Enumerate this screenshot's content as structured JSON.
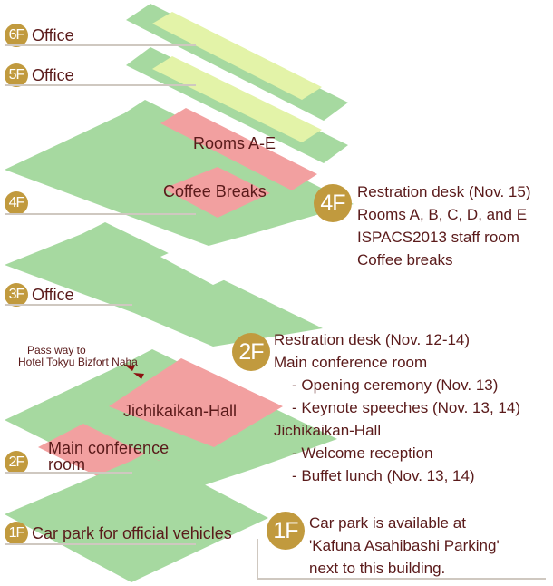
{
  "colors": {
    "floor": "#a6d9a0",
    "office": "#e3f3a8",
    "room": "#f2a0a0",
    "badge": "#c19a3e",
    "text": "#5a1a1a",
    "line": "#cfc8c0"
  },
  "floors": [
    {
      "badge": "6F",
      "label": "Office"
    },
    {
      "badge": "5F",
      "label": "Office"
    },
    {
      "badge": "4F",
      "label": ""
    },
    {
      "badge": "3F",
      "label": "Office"
    },
    {
      "badge": "2F",
      "label": ""
    },
    {
      "badge": "1F",
      "label": "Car park for official vehicles"
    }
  ],
  "rooms": {
    "rooms_ae": "Rooms A-E",
    "coffee": "Coffee Breaks",
    "jichikaikan": "Jichikaikan-Hall",
    "main_conf_1": "Main conference",
    "main_conf_2": "room"
  },
  "passway": [
    "Pass way to",
    "Hotel Tokyu Bizfort Naha"
  ],
  "info_4f": {
    "badge": "4F",
    "lines": [
      "Restration desk (Nov. 15)",
      "Rooms A, B, C, D, and E",
      "ISPACS2013 staff room",
      "Coffee breaks"
    ]
  },
  "info_2f": {
    "badge": "2F",
    "lines": [
      "Restration desk (Nov. 12-14)",
      "Main conference room",
      "- Opening ceremony (Nov. 13)",
      "- Keynote speeches (Nov. 13, 14)",
      "Jichikaikan-Hall",
      "- Welcome reception",
      "- Buffet lunch (Nov. 13, 14)"
    ]
  },
  "info_1f": {
    "badge": "1F",
    "lines": [
      "Car park is available at",
      "'Kafuna Asahibashi Parking'",
      "next to this building."
    ]
  }
}
